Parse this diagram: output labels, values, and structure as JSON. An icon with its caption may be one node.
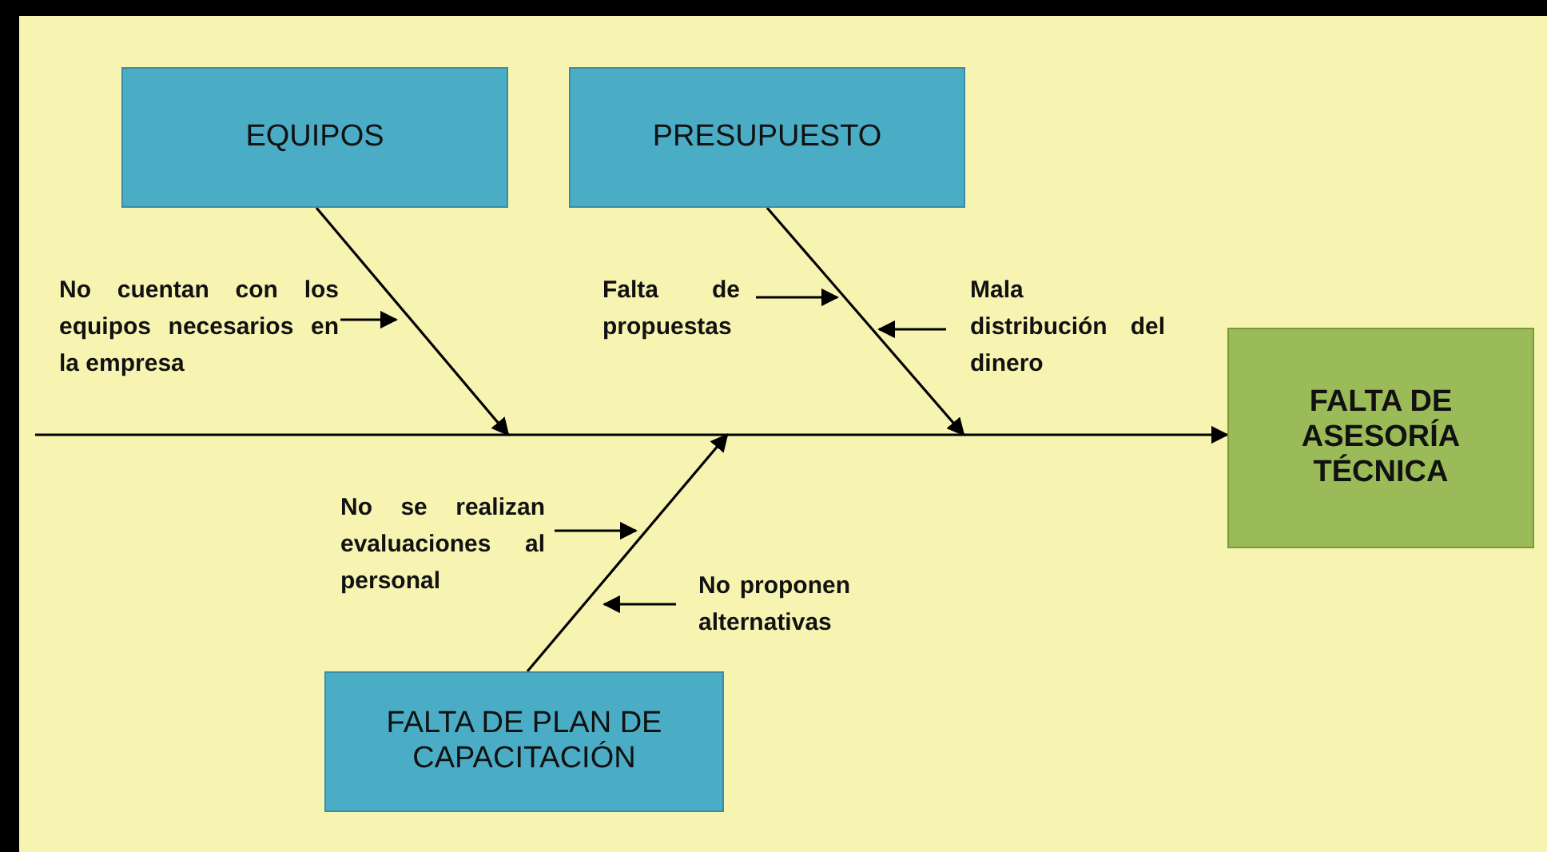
{
  "diagram": {
    "nodes": [
      {
        "text": [
          "EQUIPOS"
        ]
      },
      {
        "text": [
          "PRESUPUESTO"
        ]
      },
      {
        "text": [
          "No cuentan con los equipos necesarios en la empresa"
        ]
      },
      {
        "text": [
          "Falta de propuestas"
        ]
      },
      {
        "text": [
          "Mala distribución del dinero"
        ]
      },
      {
        "text": [
          "FALTA DE ASESORÍA TÉCNICA"
        ]
      },
      {
        "text": [
          "No se realizan evaluaciones al personal"
        ]
      },
      {
        "text": [
          "No proponen alternativas"
        ]
      },
      {
        "text": [
          "FALTA DE PLAN DE CAPACITACIÓN"
        ]
      }
    ],
    "edges": [
      {
        "from": null,
        "to": 5,
        "arrow": "to"
      },
      {
        "from": 0,
        "to": null,
        "arrow": "to"
      },
      {
        "from": 1,
        "to": null,
        "arrow": "to"
      },
      {
        "from": 8,
        "to": null,
        "arrow": "to"
      },
      {
        "from": 2,
        "to": null,
        "arrow": "to"
      },
      {
        "from": 3,
        "to": null,
        "arrow": "to"
      },
      {
        "from": 4,
        "to": null,
        "arrow": "to"
      },
      {
        "from": 6,
        "to": null,
        "arrow": "to"
      },
      {
        "from": 7,
        "to": null,
        "arrow": "to"
      }
    ]
  }
}
